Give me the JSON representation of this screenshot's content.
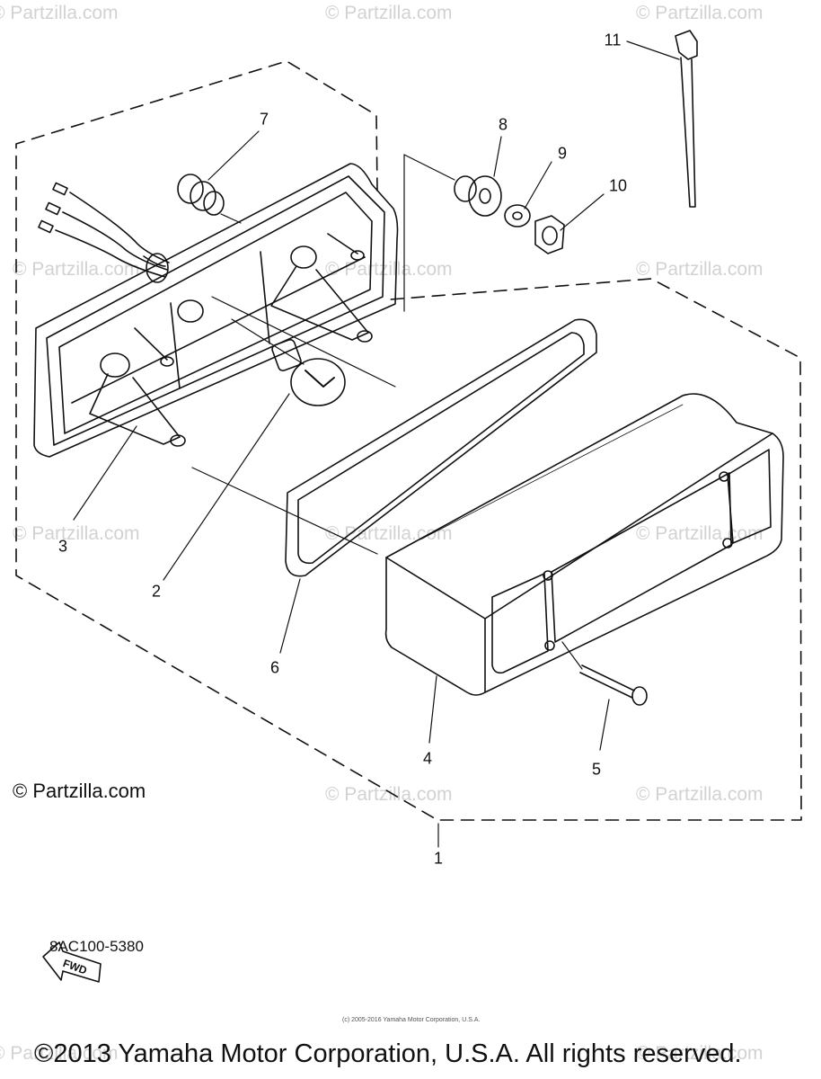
{
  "watermarks": {
    "text": "© Partzilla.com",
    "instances": [
      "© Partzilla.com",
      "© Partzilla.com",
      "© Partzilla.com",
      "© Partzilla.com",
      "© Partzilla.com",
      "© Partzilla.com",
      "© Partzilla.com",
      "© Partzilla.com",
      "© Partzilla.com",
      "© Partzilla.com",
      "© Partzilla.com",
      "© Partzilla.com",
      "© Partzilla.com"
    ]
  },
  "diagram": {
    "callouts": [
      "1",
      "2",
      "3",
      "4",
      "5",
      "6",
      "7",
      "8",
      "9",
      "10",
      "11"
    ],
    "partzilla_mark": "© Partzilla.com",
    "fwd_label": "FWD",
    "diagram_code": "8AC100-5380",
    "small_copyright": "(c) 2005-2016 Yamaha Motor Corporation, U.S.A.",
    "copyright": "©2013 Yamaha Motor Corporation, U.S.A. All rights reserved."
  },
  "colors": {
    "line": "#111111",
    "watermark": "#d2d2d2",
    "background": "#ffffff"
  }
}
